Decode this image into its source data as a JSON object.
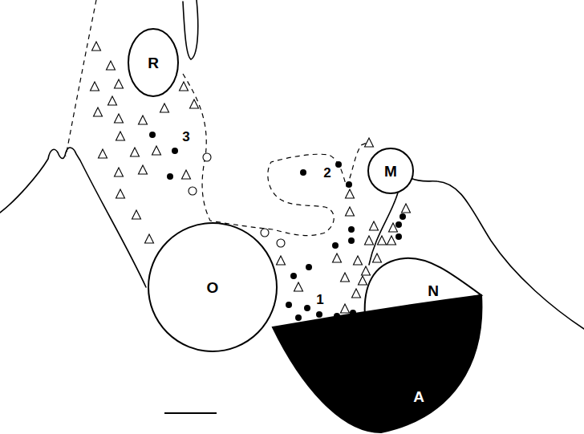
{
  "diagram": {
    "nodes": [
      {
        "text": [
          "R"
        ]
      },
      {
        "text": [
          "M"
        ]
      },
      {
        "text": [
          "O"
        ]
      },
      {
        "text": [
          "N"
        ]
      },
      {
        "text": [
          "A"
        ]
      }
    ],
    "labels": [
      "3",
      "2",
      "1"
    ]
  }
}
